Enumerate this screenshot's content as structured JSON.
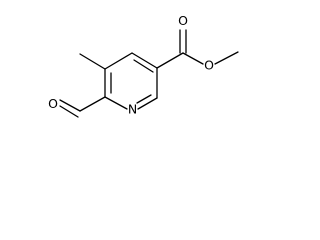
{
  "molecule": {
    "atoms": {
      "ring_nitrogen": "N",
      "ester_carbonyl_oxygen": "O",
      "ester_ether_oxygen": "O",
      "aldehyde_oxygen": "O"
    },
    "colors": {
      "bond": "#000000",
      "label": "#000000",
      "background": "#ffffff"
    }
  }
}
